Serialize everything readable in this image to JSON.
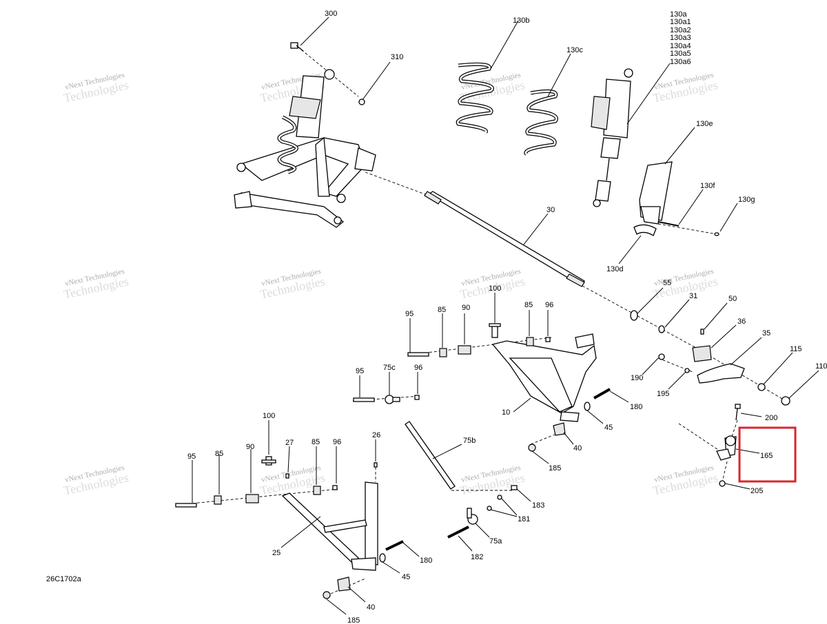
{
  "diagram_code": "26C1702a",
  "watermark": {
    "line1": "vNext Technologies",
    "line2": "Technologies"
  },
  "callouts": {
    "c300": "300",
    "c310": "310",
    "c130b": "130b",
    "c130c": "130c",
    "c130a": "130a",
    "c130a1": "130a1",
    "c130a2": "130a2",
    "c130a3": "130a3",
    "c130a4": "130a4",
    "c130a5": "130a5",
    "c130a6": "130a6",
    "c130e": "130e",
    "c130f": "130f",
    "c130g": "130g",
    "c130d": "130d",
    "c30": "30",
    "c55": "55",
    "c31": "31",
    "c50": "50",
    "c36": "36",
    "c35": "35",
    "c115": "115",
    "c110": "110",
    "c190": "190",
    "c195": "195",
    "c200": "200",
    "c165": "165",
    "c205": "205",
    "c95a": "95",
    "c85a": "85",
    "c90a": "90",
    "c100a": "100",
    "c85b": "85",
    "c96a": "96",
    "c95b": "95",
    "c75c": "75c",
    "c96b": "96",
    "c10": "10",
    "c180a": "180",
    "c45a": "45",
    "c40a": "40",
    "c185a": "185",
    "c75b": "75b",
    "c183": "183",
    "c181": "181",
    "c75a": "75a",
    "c182": "182",
    "c100b": "100",
    "c27": "27",
    "c95c": "95",
    "c85c": "85",
    "c90b": "90",
    "c85d": "85",
    "c96c": "96",
    "c26": "26",
    "c25": "25",
    "c180b": "180",
    "c45b": "45",
    "c40b": "40",
    "c185b": "185"
  },
  "highlight": {
    "target": "165",
    "color": "#d9262b"
  }
}
